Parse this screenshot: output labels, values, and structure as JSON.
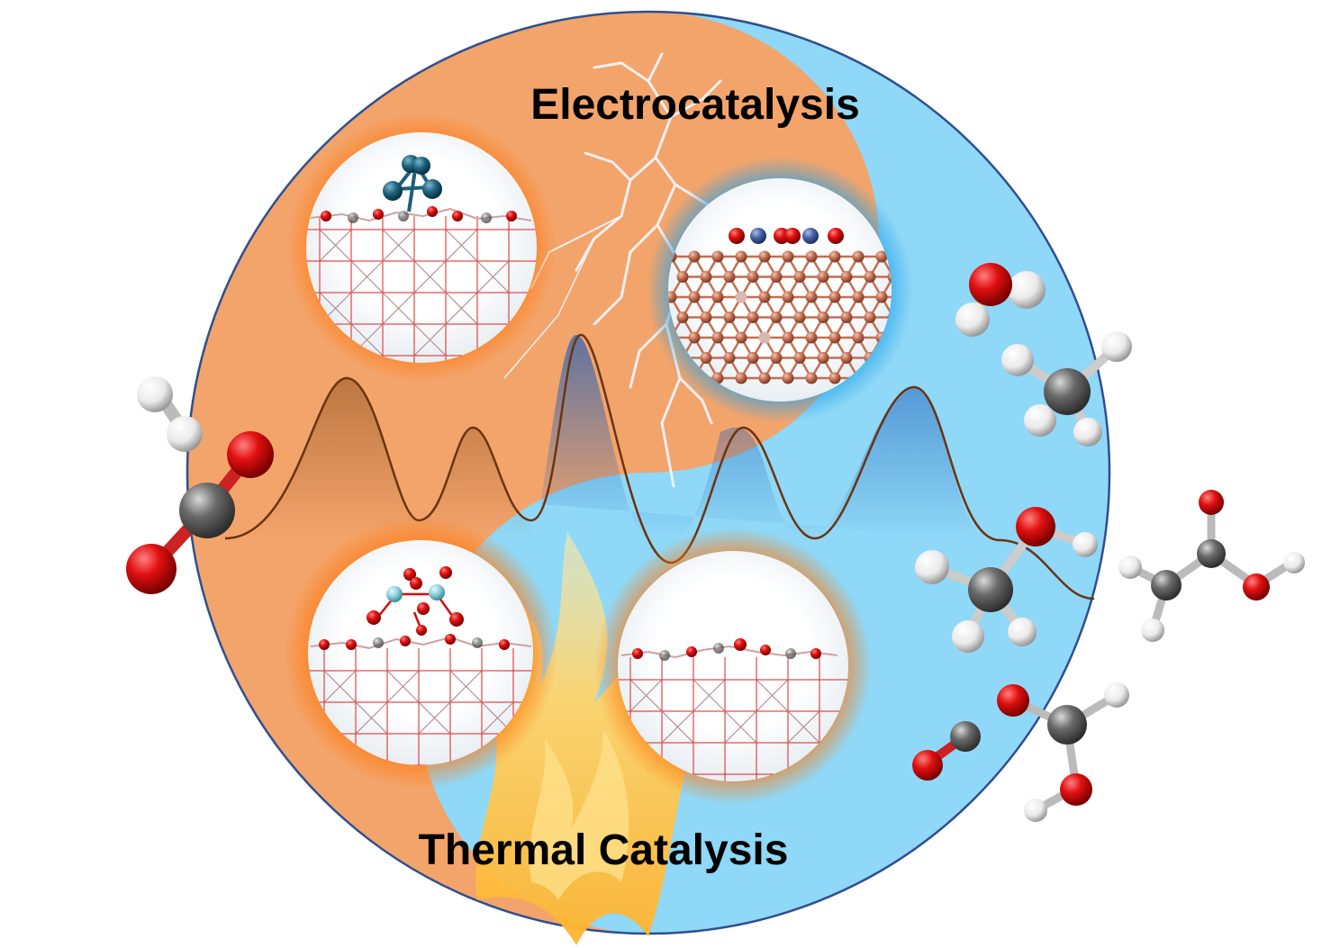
{
  "labels": {
    "top": "Electrocatalysis",
    "bottom": "Thermal Catalysis"
  },
  "colors": {
    "thermal": "#f3a46b",
    "electro": "#8fd8f7",
    "outline": "#2f4f8f",
    "glow_orange": "#ff8a1f",
    "glow_blue": "#2aa7ea",
    "oxygen": "#d60d0d",
    "carbon": "#5a5a5a",
    "hydrogen": "#f2f2f2",
    "metal_cluster": "#1c5f79",
    "copper": "#c97a5e",
    "nitrogen": "#4862a8",
    "lattice_line": "#e02020"
  },
  "icons": [
    "lightning-bolt",
    "flame",
    "energy-profile-curve",
    "molecule-co2",
    "molecule-h2o",
    "molecule-ch4",
    "molecule-ch3oh",
    "molecule-ch3cooh",
    "molecule-co",
    "molecule-hcooh"
  ]
}
